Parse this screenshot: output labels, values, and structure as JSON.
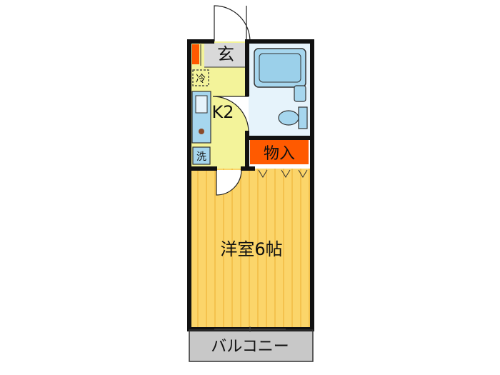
{
  "floorplan": {
    "rooms": {
      "entrance": "玄",
      "refrigerator": "冷",
      "kitchen": "K2",
      "washer": "洗",
      "storage": "物入",
      "western_room": "洋室6帖",
      "balcony": "バルコニー"
    },
    "colors": {
      "wall": "#111111",
      "kitchen_floor": "#f3f39a",
      "room_floor": "#fbd56a",
      "room_stripe": "#f6c44e",
      "bath_floor": "#e6f3fb",
      "fixture_blue": "#a6d6ee",
      "storage_orange": "#ff5a00",
      "balcony_gray": "#c8c8c8",
      "entrance_gray": "#d9d9d9"
    }
  }
}
